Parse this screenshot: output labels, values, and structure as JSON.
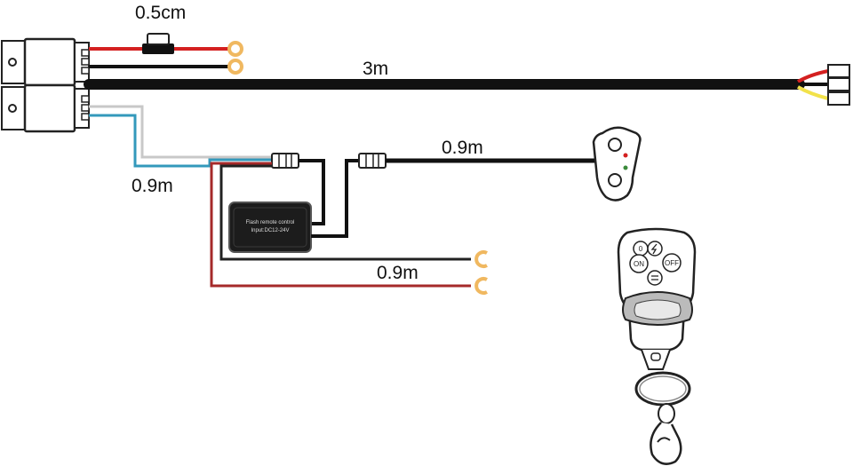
{
  "labels": {
    "fuse_wire_length": "0.5cm",
    "main_cable_length": "3m",
    "blue_wire_length": "0.9m",
    "switch_cable_length": "0.9m",
    "ring_wire_length": "0.9m"
  },
  "controller": {
    "line1": "Flash remote control",
    "line2": "Input:DC12-24V"
  },
  "remote": {
    "button_zero": "0",
    "button_on": "ON",
    "button_off": "OFF"
  },
  "colors": {
    "red_wire": "#d42020",
    "black_wire": "#111111",
    "gray_wire": "#c8c8c8",
    "blue_wire": "#3399bb",
    "dark_red_wire": "#a52a2a",
    "yellow_wire": "#f2e24a",
    "terminal_ring": "#f0b860"
  }
}
